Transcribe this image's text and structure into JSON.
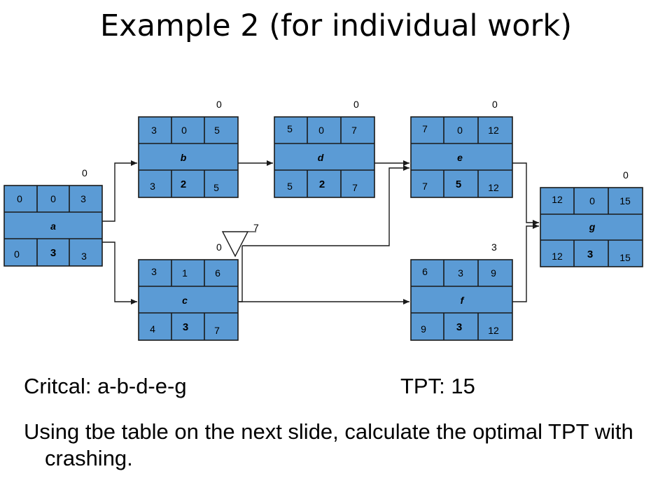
{
  "title": "Example 2 (for individual work)",
  "nodes": {
    "a": {
      "name": "a",
      "es": "0",
      "ef": "3",
      "ls": "0",
      "lf": "3",
      "dur": "3",
      "top_left": "0",
      "slack": "0"
    },
    "b": {
      "name": "b",
      "es": "0",
      "ef": "5",
      "ls": "3",
      "lf": "5",
      "dur": "2",
      "top_left": "3",
      "slack": "0"
    },
    "d": {
      "name": "d",
      "es": "0",
      "ef": "7",
      "ls": "5",
      "lf": "7",
      "dur": "2",
      "top_left": "5",
      "slack": "0"
    },
    "e": {
      "name": "e",
      "es": "0",
      "ef": "12",
      "ls": "7",
      "lf": "12",
      "dur": "5",
      "top_left": "7",
      "slack": "0"
    },
    "c": {
      "name": "c",
      "es": "1",
      "ef": "6",
      "ls": "4",
      "lf": "7",
      "dur": "3",
      "top_left": "3",
      "slack": "0"
    },
    "f": {
      "name": "f",
      "es": "3",
      "ef": "9",
      "ls": "9",
      "lf": "12",
      "dur": "3",
      "top_left": "6",
      "slack": "3"
    },
    "g": {
      "name": "g",
      "es": "0",
      "ef": "15",
      "ls": "12",
      "lf": "15",
      "dur": "3",
      "top_left": "12",
      "slack": "0"
    }
  },
  "merge_label": "7",
  "critical_text": "Critcal: a-b-d-e-g",
  "tpt_text": "TPT: 15",
  "instruction_text": "Using tbe table on the next slide, calculate the optimal TPT with crashing."
}
